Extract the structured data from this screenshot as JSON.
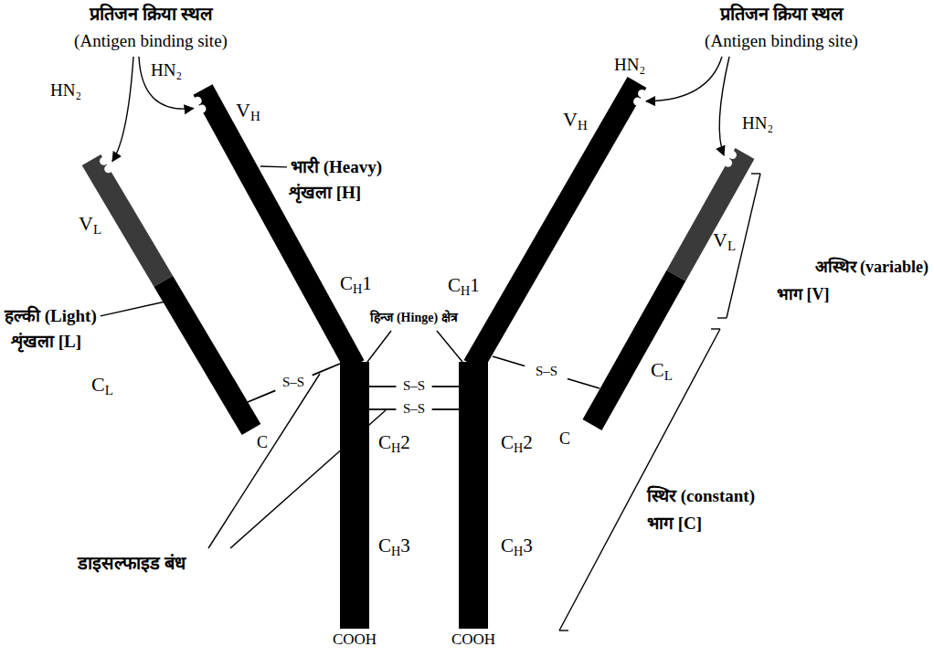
{
  "diagram": {
    "labels": [
      "प्रतिजन क्रिया स्थल",
      "(Antigen binding site)",
      "प्रतिजन क्रिया स्थल",
      "(Antigen binding site)",
      "HN₂",
      "HN₂",
      "HN₂",
      "HN₂",
      "VH",
      "VH",
      "भारी (Heavy)",
      "शृंखला [H]",
      "VL",
      "VL",
      "अस्थिर (variable)",
      "भाग [V]",
      "CH1",
      "CH1",
      "हिन्ज (Hinge) क्षेत्र",
      "हल्की (Light)",
      "शृंखला [L]",
      "CL",
      "CL",
      "S–S",
      "S–S",
      "S–S",
      "S–S",
      "C",
      "C",
      "CH2",
      "CH2",
      "स्थिर (constant)",
      "भाग [C]",
      "डाइसल्फाइड बंध",
      "CH3",
      "CH3",
      "COOH",
      "COOH"
    ]
  }
}
